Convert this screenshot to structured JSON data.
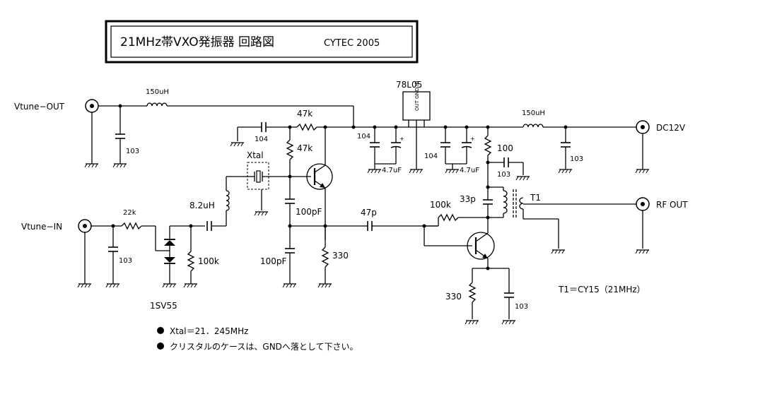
{
  "title": {
    "main": "21MHz帯VXO発振器  回路図",
    "credit": "CYTEC  2005"
  },
  "ports": {
    "vtune_out": "Vtune−OUT",
    "vtune_in": "Vtune−IN",
    "dc_in": "DC12V",
    "rf_out": "RF  OUT"
  },
  "components": {
    "l_vtune_out": "150uH",
    "c_vtune_out": "103",
    "c_osc_base": "104",
    "r_bias_top": "47k",
    "r_bias_bottom": "47k",
    "xtal": "Xtal",
    "l_vxo": "8.2uH",
    "r_vtune": "22k",
    "c_vtune_in": "103",
    "varicap": "1SV55",
    "r_varicap": "100k",
    "c_fb1": "100pF",
    "c_fb2": "100pF",
    "r_emitter": "330",
    "c_coupling": "47p",
    "regulator": "78L05",
    "reg_pins": "OUT GND IN",
    "c_reg_out": "104",
    "c_reg_out_elec": "4.7uF",
    "c_reg_in": "104",
    "c_reg_in_elec": "4.7uF",
    "l_dc": "150uH",
    "c_dc": "103",
    "r_collector": "100",
    "c_collector": "103",
    "c_tank": "33p",
    "transformer": "T1",
    "r_buf_base": "100k",
    "r_buf_emitter": "330",
    "c_buf_emitter": "103",
    "t1_spec": "T1＝CY15（21MHz）"
  },
  "notes": [
    "Xtal＝21．245MHz",
    "クリスタルのケースは、GNDへ落として下さい。"
  ]
}
